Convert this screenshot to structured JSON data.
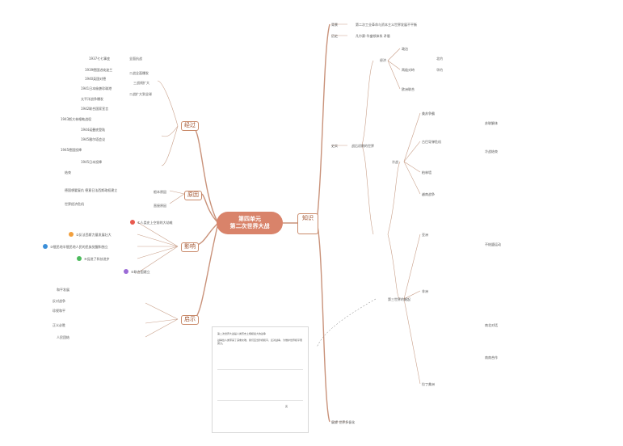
{
  "central_topic": {
    "line1": "第四单元",
    "line2": "第二次世界大战"
  },
  "branches": {
    "jingguo": "经过",
    "yuanyin": "原因",
    "yingxiang": "影响",
    "qishi": "启示",
    "zhishi": "知识"
  },
  "left": {
    "jingguo_items": [
      "1937七七事变",
      "全面抗战",
      "1939德国进攻波兰",
      "二战全面爆发",
      "1940英国对德",
      "三战线扩大",
      "1941日本偷袭珍珠港",
      "二战扩大到全球",
      "太平洋战争爆发",
      "1942联合国家宣言",
      "1943斯大林格勒战役",
      "1944诺曼底登陆",
      "1945雅尔塔会议",
      "1945德国投降",
      "1945日本投降",
      "结束"
    ],
    "yuanyin_items": [
      "德国想要复仇 德意日法西斯政权建立",
      "根本原因",
      "世界经济危机",
      "直接原因"
    ],
    "yingxiang_items": [
      "①人类史上空前的大劫难",
      "②反法西斯力量发展壮大",
      "③殖民地半殖民地人民的民族觉醒和独立",
      "④促进了科技进步",
      "⑤联合国建立"
    ],
    "qishi_items": [
      "和平发展",
      "反对战争",
      "珍视和平",
      "正义必胜",
      "人民团结"
    ]
  },
  "right": {
    "top_items": [
      "背景",
      "历史",
      "史实"
    ],
    "top_text1": "第二次工业革命与资本主义世界发展不平衡",
    "top_text2": "凡尔赛-华盛顿体系 矛盾",
    "section_a": "战后初期的世界",
    "section_b": "冷战",
    "section_c": "第三世界的崛起",
    "items_a": [
      "经济",
      "政治",
      "两极对峙",
      "欧洲联合",
      "北约",
      "华约"
    ],
    "items_b": [
      "美苏争霸",
      "古巴导弹危机",
      "柏林墙",
      "越南战争",
      "苏联解体",
      "冷战结束"
    ],
    "items_c": [
      "亚洲",
      "非洲",
      "拉丁美洲",
      "不结盟运动",
      "南北对话",
      "南南合作"
    ],
    "bottom": "展望 世界多极化"
  },
  "note": {
    "title": "第二次世界大战是人类历史上规模最大的战争",
    "body": "战争给人类带来了深重灾难，我们应当珍视和平，反对战争，为维护世界和平而努力。",
    "footer": "完"
  }
}
